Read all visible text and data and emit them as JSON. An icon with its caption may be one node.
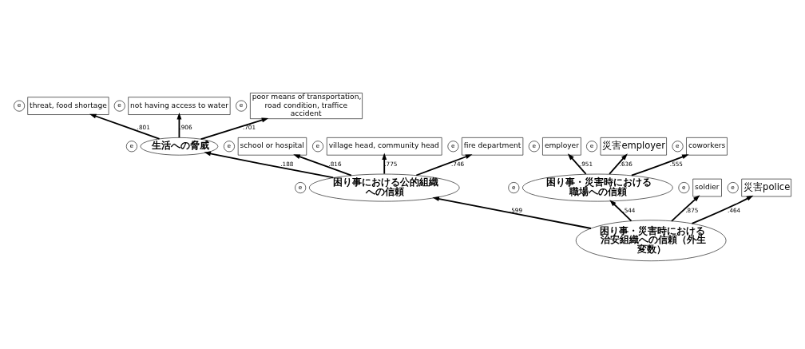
{
  "diagram": {
    "nodes": [
      {
        "text": [
          "生活への脅威"
        ],
        "beside": [
          "e"
        ]
      },
      {
        "text": [
          "threat, food shortage"
        ],
        "beside": [
          "e"
        ]
      },
      {
        "text": [
          "not having access to water"
        ],
        "beside": [
          "e"
        ]
      },
      {
        "text": [
          "poor means of transportation, road condition, traffice accident"
        ],
        "beside": [
          "e"
        ]
      },
      {
        "text": [
          "困り事における公的組織への信頼"
        ],
        "beside": [
          "e"
        ]
      },
      {
        "text": [
          "school or hospital"
        ],
        "beside": [
          "e"
        ]
      },
      {
        "text": [
          "village head, community head"
        ],
        "beside": [
          "e"
        ]
      },
      {
        "text": [
          "fire department"
        ],
        "beside": [
          "e"
        ]
      },
      {
        "text": [
          "困り事・災害時における職場への信頼"
        ],
        "beside": [
          "e"
        ]
      },
      {
        "text": [
          "employer"
        ],
        "beside": [
          "e"
        ]
      },
      {
        "text": [
          "災害employer"
        ],
        "beside": [
          "e"
        ]
      },
      {
        "text": [
          "coworkers"
        ],
        "beside": [
          "e"
        ]
      },
      {
        "text": [
          "困り事・災害時における治安組織への信頼（外生変数）"
        ]
      },
      {
        "text": [
          "soldier"
        ],
        "beside": [
          "e"
        ]
      },
      {
        "text": [
          "災害police"
        ],
        "beside": [
          "e"
        ]
      }
    ],
    "edges": [
      {
        "from": 0,
        "to": 1,
        "arrow": "to",
        "label": ".801"
      },
      {
        "from": 0,
        "to": 2,
        "arrow": "to",
        "label": ".906"
      },
      {
        "from": 0,
        "to": 3,
        "arrow": "to",
        "label": ".701"
      },
      {
        "from": 4,
        "to": 0,
        "arrow": "to",
        "label": ".188"
      },
      {
        "from": 4,
        "to": 5,
        "arrow": "to",
        "label": ".816"
      },
      {
        "from": 4,
        "to": 6,
        "arrow": "to",
        "label": ".775"
      },
      {
        "from": 4,
        "to": 7,
        "arrow": "to",
        "label": ".746"
      },
      {
        "from": 12,
        "to": 4,
        "arrow": "to",
        "label": ".599"
      },
      {
        "from": 12,
        "to": 8,
        "arrow": "to",
        "label": ".544"
      },
      {
        "from": 8,
        "to": 9,
        "arrow": "to",
        "label": ".951"
      },
      {
        "from": 8,
        "to": 10,
        "arrow": "to",
        "label": ".636"
      },
      {
        "from": 8,
        "to": 11,
        "arrow": "to",
        "label": ".555"
      },
      {
        "from": 12,
        "to": 13,
        "arrow": "to",
        "label": ".875"
      },
      {
        "from": 12,
        "to": 14,
        "arrow": "to",
        "label": ".464"
      }
    ]
  }
}
